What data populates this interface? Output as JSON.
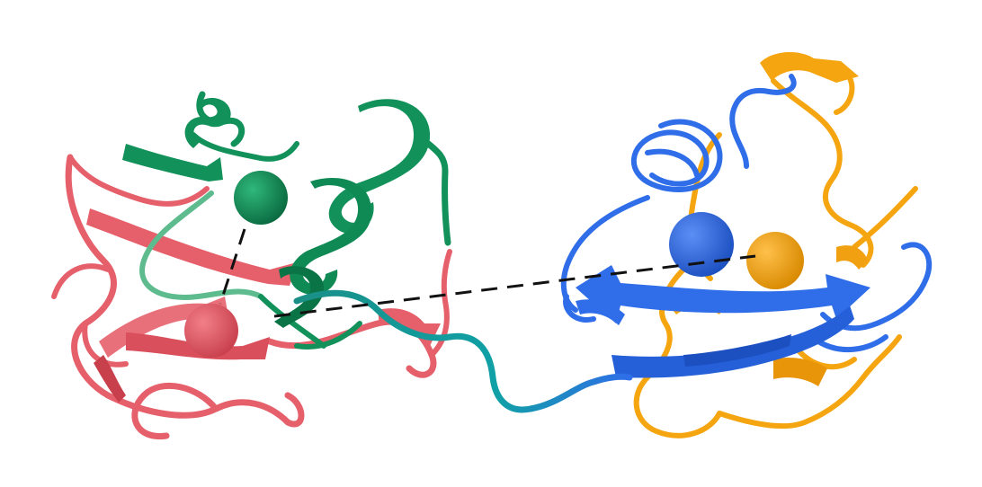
{
  "scene": {
    "type": "protein-ribbon-rendering",
    "background": "#ffffff",
    "domains": [
      {
        "name": "domain-left-green",
        "color": "#12915a"
      },
      {
        "name": "domain-left-red",
        "color": "#e5606b"
      },
      {
        "name": "domain-right-blue",
        "color": "#2f6ee8"
      },
      {
        "name": "domain-right-orange",
        "color": "#f5a50f"
      }
    ],
    "linker_colors": [
      "#e5606b",
      "#0fa3a0",
      "#2f6ee8"
    ],
    "distance_line_color": "#111111",
    "spheres": [
      {
        "name": "green-sphere",
        "color": "#10804e"
      },
      {
        "name": "red-sphere",
        "color": "#e0505c"
      },
      {
        "name": "blue-sphere",
        "color": "#2a66e0"
      },
      {
        "name": "orange-sphere",
        "color": "#f5a20a"
      }
    ]
  }
}
